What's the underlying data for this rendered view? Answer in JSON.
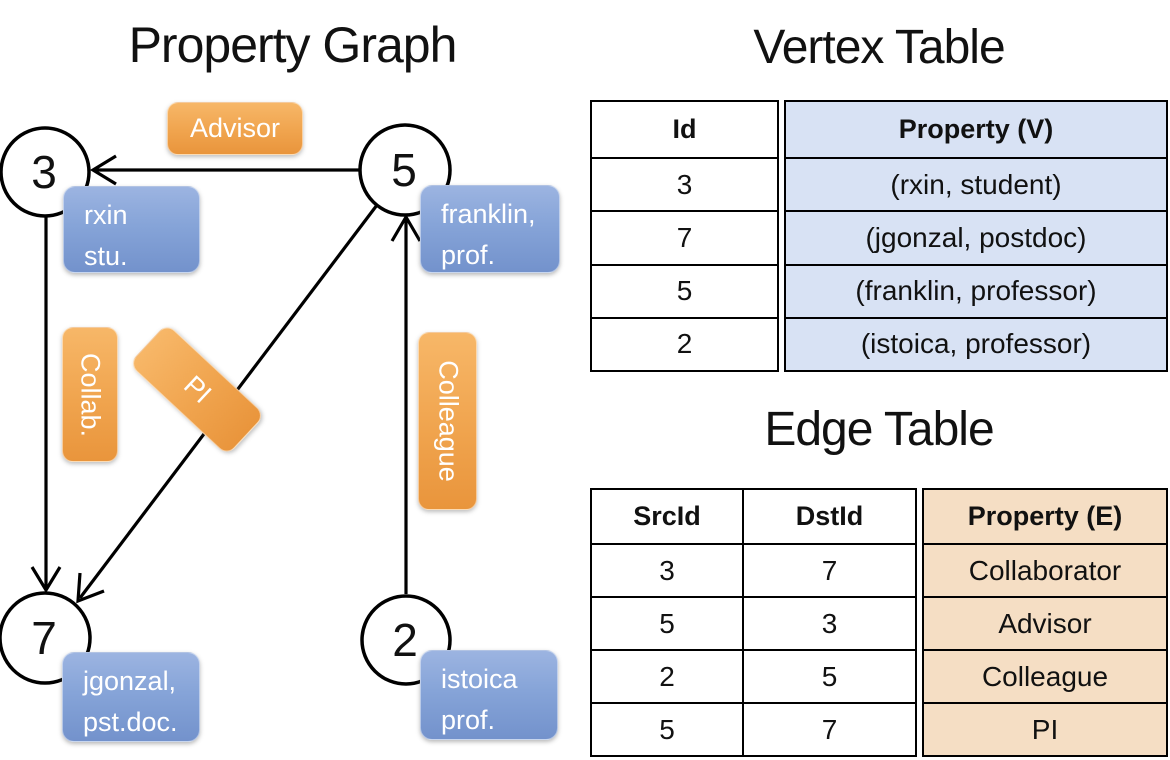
{
  "graph": {
    "title": "Property Graph",
    "nodes": [
      {
        "id": "3",
        "line1": "rxin",
        "line2": "stu."
      },
      {
        "id": "5",
        "line1": "franklin,",
        "line2": "prof."
      },
      {
        "id": "7",
        "line1": "jgonzal,",
        "line2": "pst.doc."
      },
      {
        "id": "2",
        "line1": "istoica",
        "line2": "prof."
      }
    ],
    "edges": [
      {
        "src": "5",
        "dst": "3",
        "label": "Advisor"
      },
      {
        "src": "3",
        "dst": "7",
        "label": "Collab."
      },
      {
        "src": "5",
        "dst": "7",
        "label": "PI"
      },
      {
        "src": "2",
        "dst": "5",
        "label": "Colleague"
      }
    ]
  },
  "vertex_table": {
    "title": "Vertex Table",
    "columns": {
      "id": "Id",
      "property": "Property (V)"
    },
    "rows": [
      {
        "id": "3",
        "property": "(rxin, student)"
      },
      {
        "id": "7",
        "property": "(jgonzal, postdoc)"
      },
      {
        "id": "5",
        "property": "(franklin, professor)"
      },
      {
        "id": "2",
        "property": "(istoica, professor)"
      }
    ]
  },
  "edge_table": {
    "title": "Edge Table",
    "columns": {
      "src": "SrcId",
      "dst": "DstId",
      "property": "Property (E)"
    },
    "rows": [
      {
        "src": "3",
        "dst": "7",
        "property": "Collaborator"
      },
      {
        "src": "5",
        "dst": "3",
        "property": "Advisor"
      },
      {
        "src": "2",
        "dst": "5",
        "property": "Colleague"
      },
      {
        "src": "5",
        "dst": "7",
        "property": "PI"
      }
    ]
  },
  "colors": {
    "edge_label_orange": "#F0A44E",
    "vertex_label_blue": "#86A4D8",
    "vertex_table_fill": "#D8E2F4",
    "edge_table_fill": "#F5DEC4",
    "line_black": "#000000"
  }
}
